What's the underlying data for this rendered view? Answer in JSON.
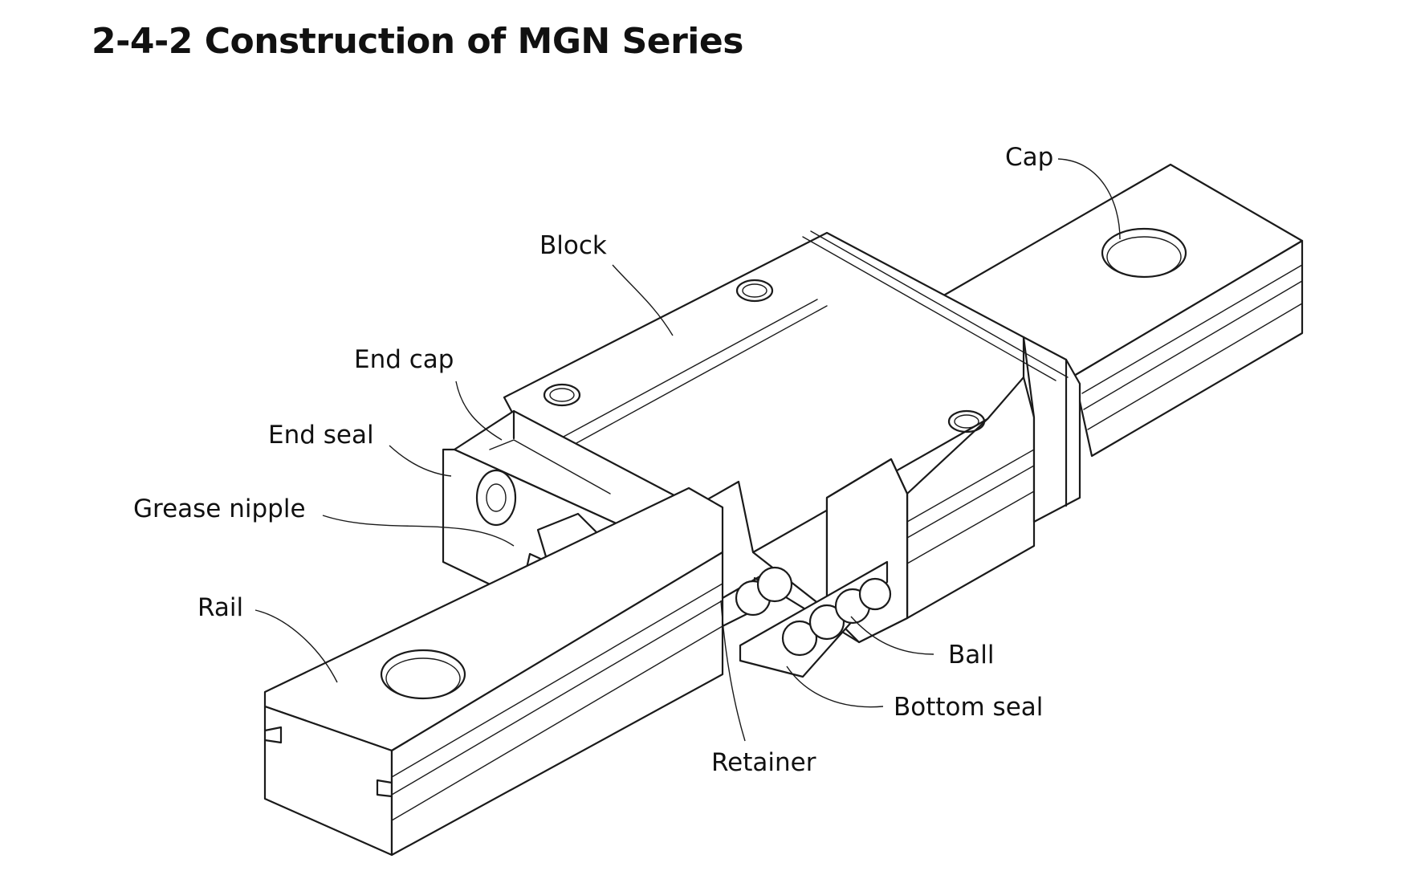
{
  "title": "2-4-2 Construction of MGN Series",
  "labels": {
    "cap": "Cap",
    "block": "Block",
    "end_cap": "End cap",
    "end_seal": "End seal",
    "grease_nipple": "Grease nipple",
    "rail": "Rail",
    "ball": "Ball",
    "bottom_seal": "Bottom seal",
    "retainer": "Retainer"
  }
}
